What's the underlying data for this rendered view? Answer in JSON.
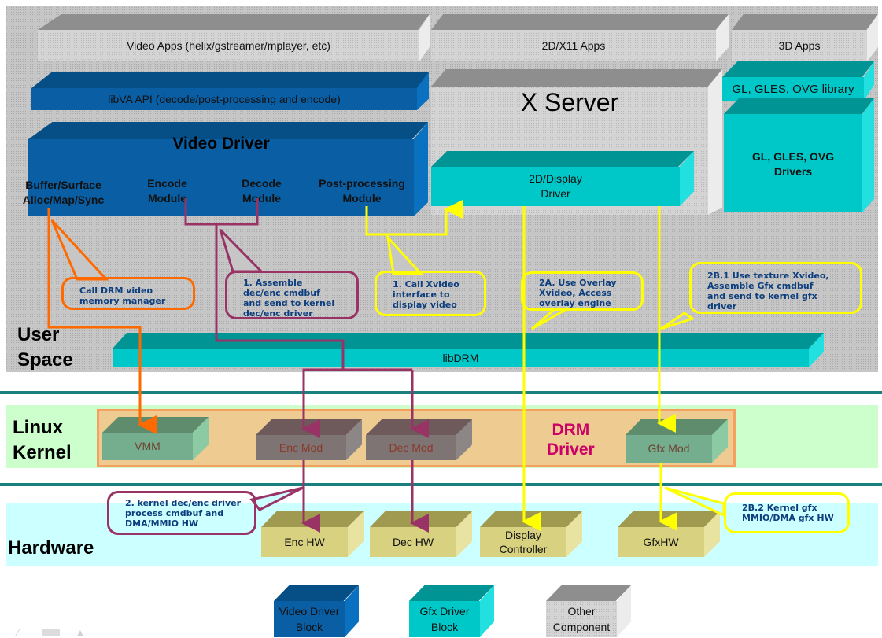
{
  "regions": {
    "user_space": "User\nSpace",
    "linux_kernel": "Linux\nKernel",
    "hardware": "Hardware"
  },
  "user_space": {
    "video_apps": "Video  Apps (helix/gstreamer/mplayer, etc)",
    "x11_apps": "2D/X11 Apps",
    "apps_3d": "3D Apps",
    "libva": "libVA API (decode/post-processing and encode)",
    "x_server": "X Server",
    "gl_library": "GL, GLES, OVG library",
    "gl_drivers": "GL, GLES, OVG\nDrivers",
    "video_driver": "Video Driver",
    "video_modules": [
      "Buffer/Surface\nAlloc/Map/Sync",
      "Encode\nModule",
      "Decode\nModule",
      "Post-processing\nModule"
    ],
    "display_driver": "2D/Display\nDriver",
    "libdrm": "libDRM"
  },
  "kernel": {
    "drm_driver": "DRM\nDriver",
    "modules": [
      "VMM",
      "Enc Mod",
      "Dec Mod",
      "Gfx Mod"
    ]
  },
  "hardware": {
    "blocks": [
      "Enc HW",
      "Dec HW",
      "Display\nController",
      "GfxHW"
    ]
  },
  "callouts": {
    "drm_vmm": "Call DRM video\nmemory manager",
    "assemble_cmdbuf": "1. Assemble\ndec/enc cmdbuf\nand send to kernel\ndec/enc driver",
    "call_xvideo": "1. Call Xvideo\ninterface to\ndisplay video",
    "overlay": "2A. Use Overlay\nXvideo, Access\noverlay engine",
    "texture": "2B.1 Use texture Xvideo,\nAssemble Gfx cmdbuf\nand send to kernel gfx\ndriver",
    "kernel_driver": "2. kernel dec/enc driver\nprocess cmdbuf and\nDMA/MMIO HW",
    "kernel_gfx": "2B.2 Kernel gfx\nMMIO/DMA gfx HW"
  },
  "legend": [
    {
      "label": "Video Driver\nBlock",
      "color": "#0a5ea3"
    },
    {
      "label": "Gfx Driver\nBlock",
      "color": "#00c8c8"
    },
    {
      "label": "Other\nComponent",
      "color": "#d4d4d4"
    }
  ],
  "colors": {
    "memory_path": "#ff6a00",
    "video_path": "#993366",
    "display_path": "#ffff00",
    "drm_label": "#cc0066"
  },
  "toolbar_icons": [
    "pen-icon",
    "screen-icon",
    "pointer-icon"
  ]
}
